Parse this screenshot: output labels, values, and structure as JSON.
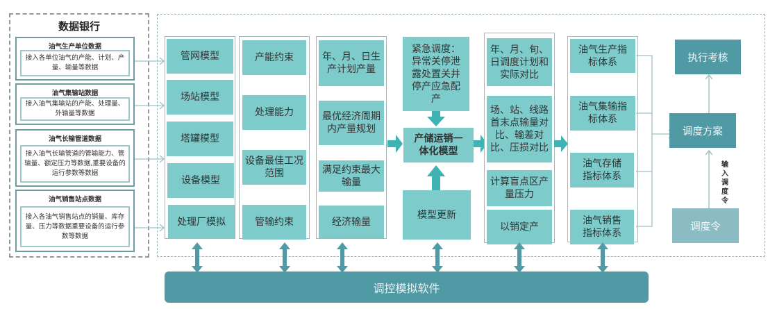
{
  "data_bank": {
    "title": "数据银行",
    "cards": [
      {
        "title": "油气生产单位数据",
        "body": "接入各单位油气的产能、计划、产量、输量等数据"
      },
      {
        "title": "油气集输站数据",
        "body": "接入油气集输站的产能、处理量、外输量等数据"
      },
      {
        "title": "油气长输管道数据",
        "body": "接入油气长输管道的管输能力、管输量、额定压力等数据,重要设备的运行参数等数据"
      },
      {
        "title": "油气销售站点数据",
        "body": "接入各油气销售站点的销量、库存量、压力等数据重要设备的运行参数等数据"
      }
    ]
  },
  "columns": {
    "models": [
      "管网模型",
      "场站模型",
      "塔罐模型",
      "设备模型",
      "处理厂模拟"
    ],
    "constraints": [
      "产能约束",
      "处理能力",
      "设备最佳工况范围",
      "管输约束"
    ],
    "planning": [
      "年、月、日生产计划产量",
      "最优经济周期内产量规划",
      "满足约束最大输量",
      "经济输量"
    ],
    "core": {
      "emergency": "紧急调度：异常关停泄露处置关井停产应急配产",
      "model": "产储运销一体化模型",
      "update": "模型更新"
    },
    "comparison": [
      "年、月、旬、日调度计划和实际对比",
      "场、站、线路首末点输量对比、输差对比、压损对比",
      "计算盲点区产量压力",
      "以销定产"
    ],
    "indicators": [
      "油气生产指标体系",
      "油气集输指标体系",
      "油气存储指标体系",
      "油气销售指标体系"
    ]
  },
  "dispatch": {
    "execute": "执行考核",
    "plan": "调度方案",
    "order": "调度令",
    "input_label": [
      "输",
      "入",
      "调",
      "度",
      "令"
    ]
  },
  "software": "调控模拟软件",
  "colors": {
    "tile": "#7ecbcb",
    "dark": "#4f9aa5",
    "arrow": "#3fb3b3",
    "connector": "#9ec0c4"
  }
}
